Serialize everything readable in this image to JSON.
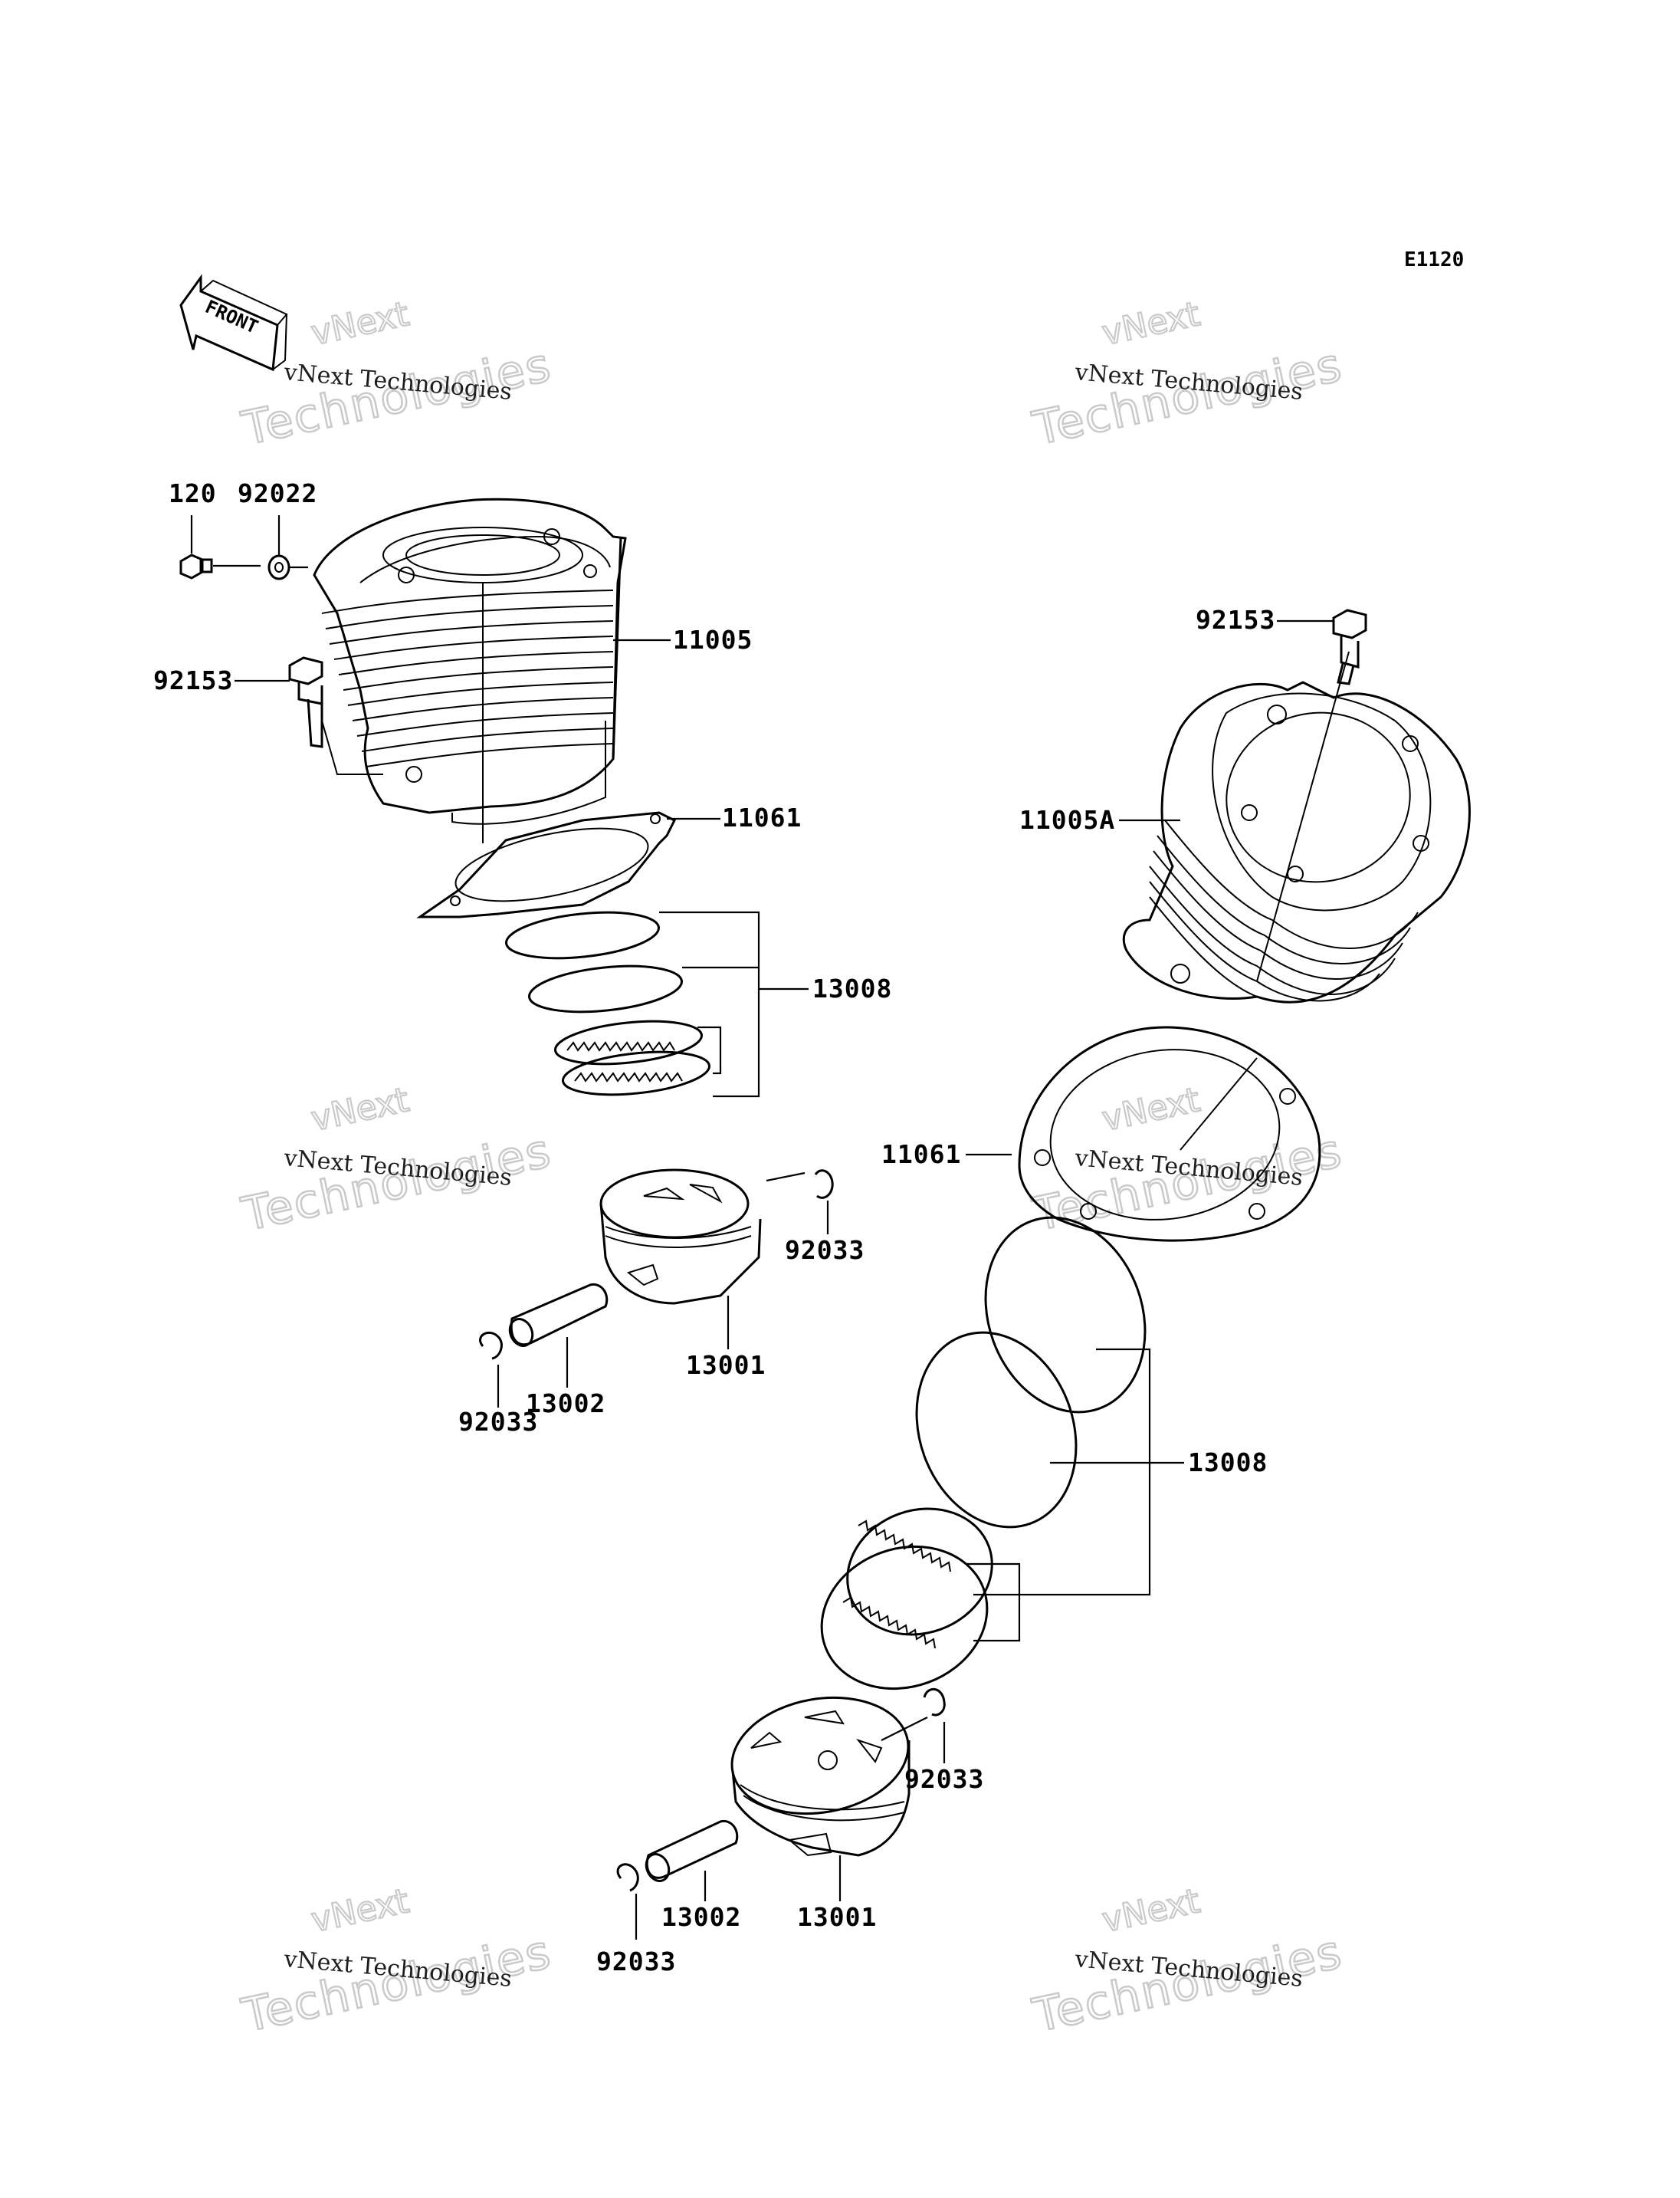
{
  "diagram_code": "E1120",
  "front_label": "FRONT",
  "watermark": {
    "line1": "vNext Technologies",
    "line2": "Technologies",
    "line3": "vNext"
  },
  "callouts": {
    "left_bolt_nut": "120",
    "left_washer": "92022",
    "left_cylinder": "11005",
    "left_stud_bolt": "92153",
    "left_gasket": "11061",
    "left_ring_set": "13008",
    "left_piston": "13001",
    "left_pin": "13002",
    "left_clip_right": "92033",
    "left_clip_left": "92033",
    "right_stud_bolt": "92153",
    "right_cylinder": "11005A",
    "right_gasket": "11061",
    "right_ring_set": "13008",
    "right_piston": "13001",
    "right_pin": "13002",
    "right_clip_right": "92033",
    "right_clip_left": "92033"
  }
}
